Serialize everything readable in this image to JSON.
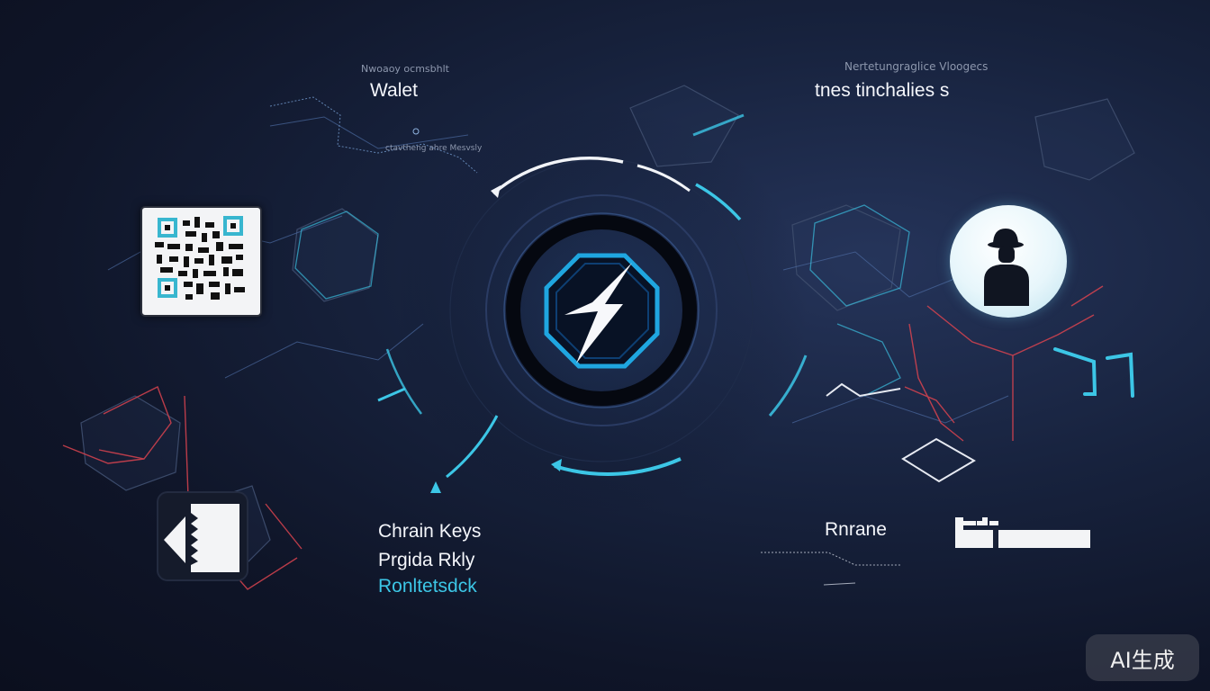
{
  "header": {
    "left_caption": "Nwoaoy ocmsbhlt",
    "left_title": "Walet",
    "left_route_caption": "ctavtheng ahre Mesvsly",
    "right_caption": "Nertetungraglice Vloogecs",
    "right_title": "tnes tinchalies s"
  },
  "labels": {
    "line1": "Chrain Keys",
    "line2": "Prgida Rkly",
    "line3": "Ronltetsdck",
    "right_label": "Rnrane"
  },
  "badge": {
    "text": "AI生成"
  },
  "colors": {
    "accent_cyan": "#3cc6e6",
    "accent_red": "#d8434f",
    "background": "#141c33"
  },
  "icons": {
    "center": "lightning-bolt-icon",
    "qr": "qr-code-icon",
    "ticket": "ticket-arrow-icon",
    "avatar": "user-hat-icon",
    "bar": "progress-bar-icon"
  }
}
